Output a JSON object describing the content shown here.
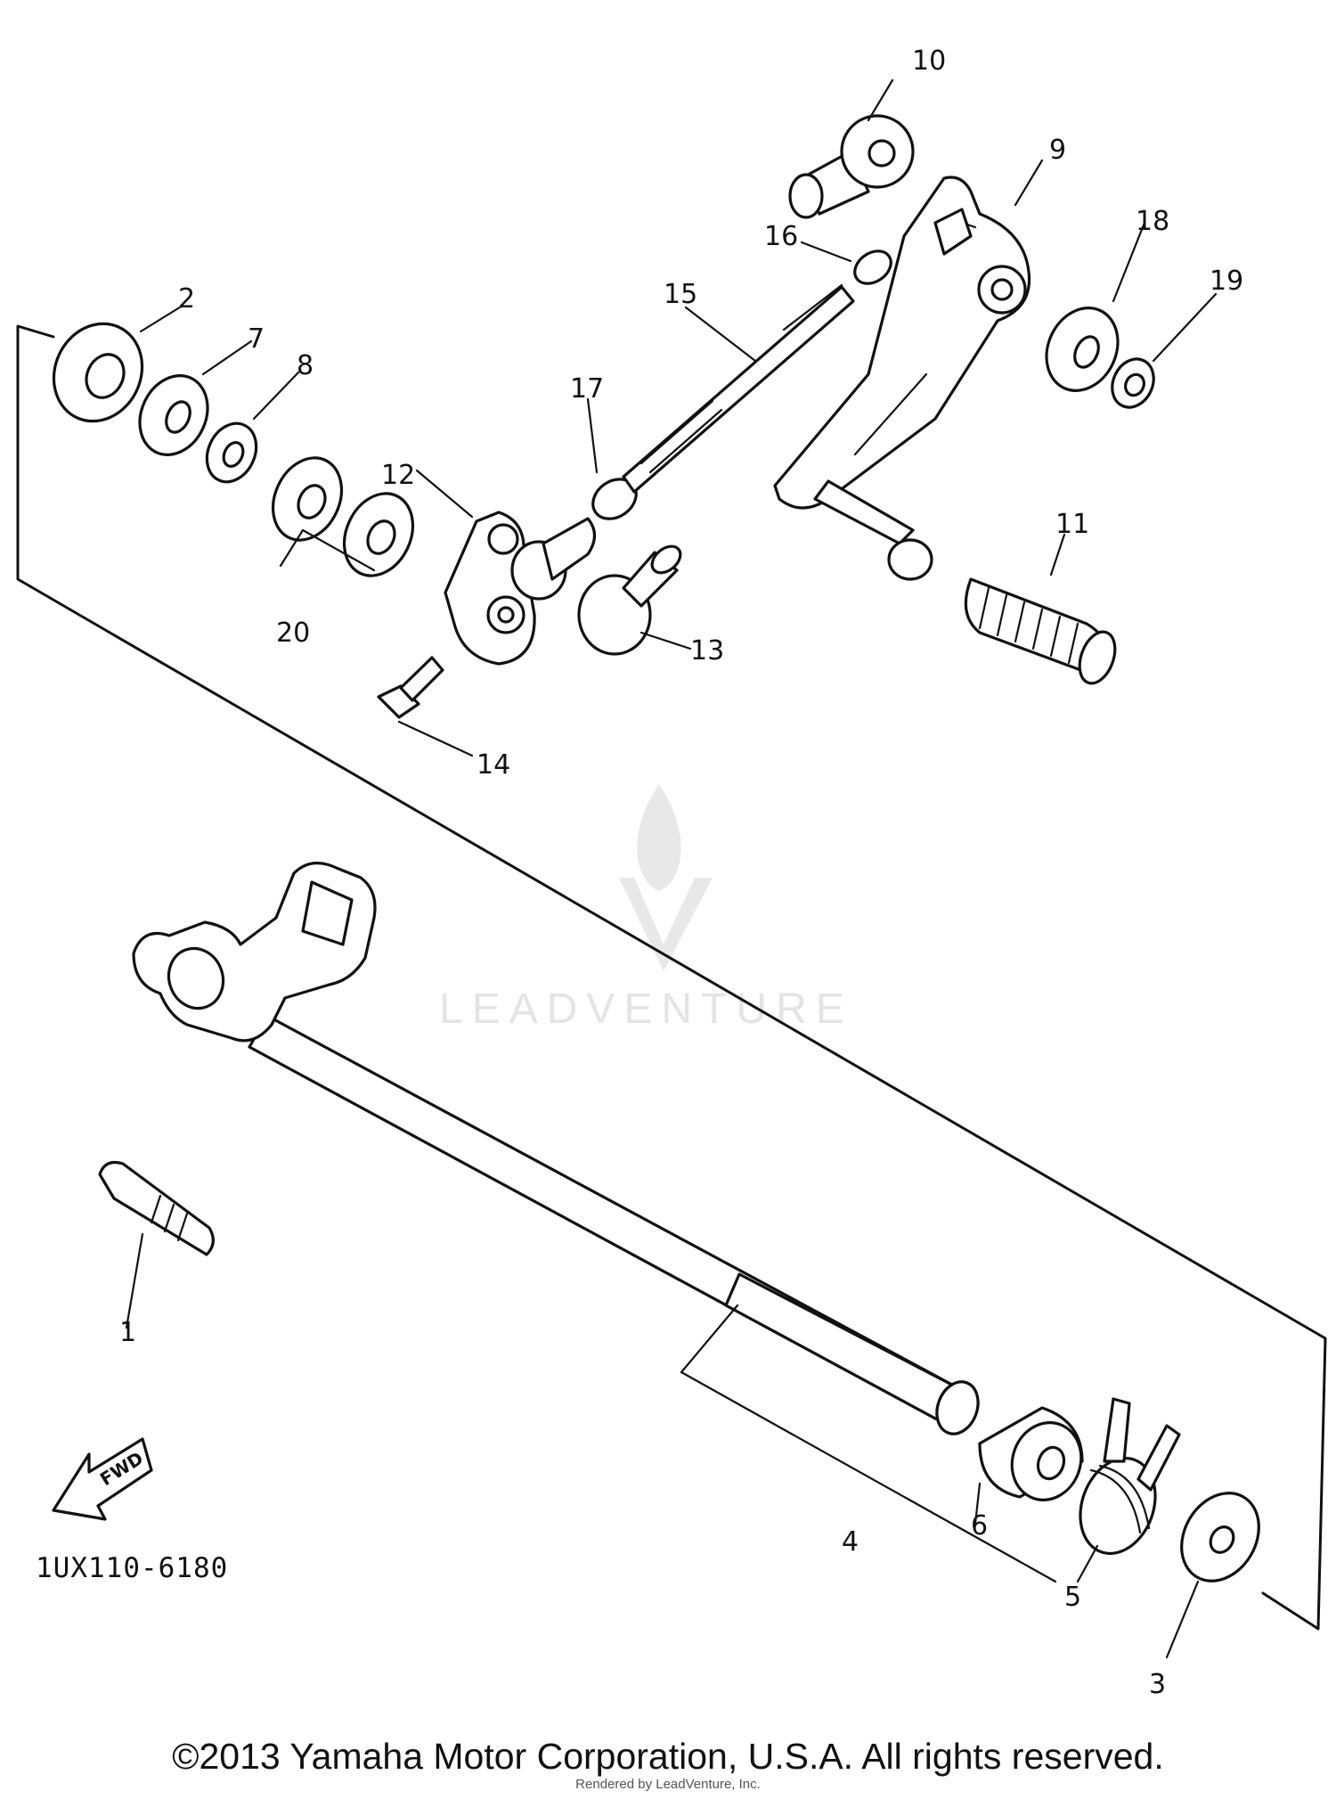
{
  "diagram": {
    "part_numbers": [
      "1",
      "2",
      "3",
      "4",
      "5",
      "6",
      "7",
      "8",
      "9",
      "10",
      "11",
      "12",
      "13",
      "14",
      "15",
      "16",
      "17",
      "18",
      "19",
      "20"
    ],
    "fwd_label": "FWD",
    "diagram_code": "1UX110-6180",
    "watermark": "LEADVENTURE"
  },
  "footer": {
    "copyright": "©2013 Yamaha Motor Corporation, U.S.A. All rights reserved.",
    "rendered_by": "Rendered by LeadVenture, Inc."
  }
}
